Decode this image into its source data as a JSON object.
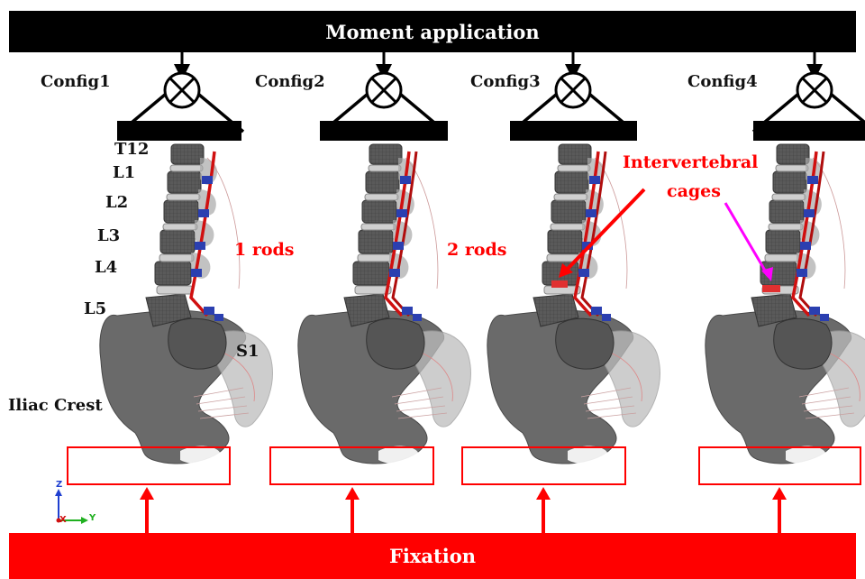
{
  "moment_label": "Moment application",
  "fixation_label": "Fixation",
  "configs": [
    "Config1",
    "Config2",
    "Config3",
    "Config4"
  ],
  "vertebra_labels": [
    "T12",
    "L1",
    "L2",
    "L3",
    "L4",
    "L5",
    "S1"
  ],
  "iliac_label": "Iliac Crest",
  "rods_labels": [
    "1 rods",
    "2 rods"
  ],
  "cage_label_line1": "Intervertebral",
  "cage_label_line2": "cages",
  "axis": {
    "z": "Z",
    "x": "X",
    "y": "Y"
  },
  "colors": {
    "banner_top": "#000000",
    "banner_bottom": "#ff0000",
    "bone": "#6e6e6e",
    "rod": "#d01010",
    "screw": "#2b3fb0",
    "annotation": "#ff0000",
    "cage_arrow_magenta": "#ff00ff"
  }
}
